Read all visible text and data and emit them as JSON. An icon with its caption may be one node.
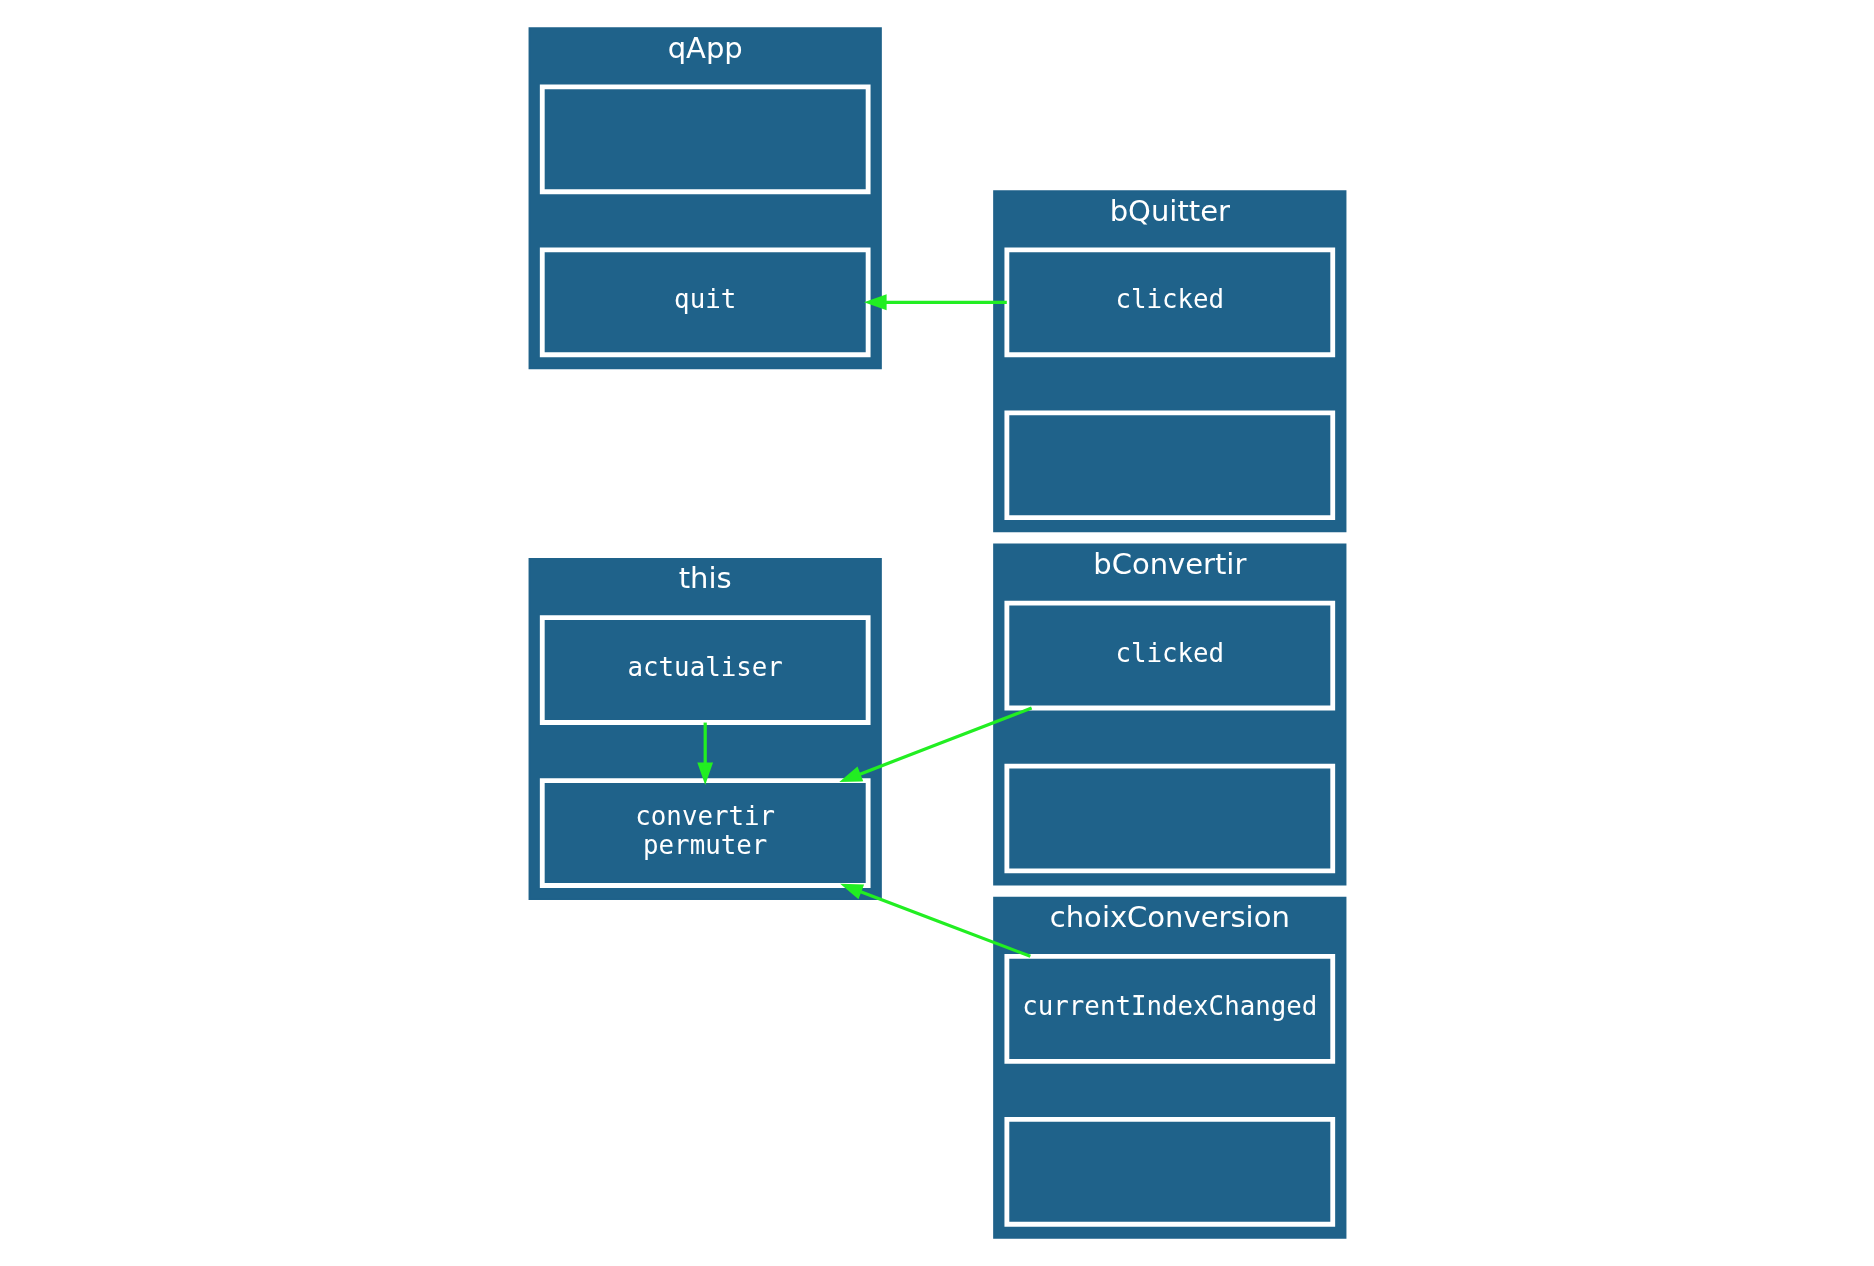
{
  "diagram": {
    "nodes": [
      {
        "text": [
          "bConvertir"
        ]
      },
      {
        "text": [
          "clicked"
        ],
        "in": 0
      },
      {
        "text": [],
        "shape": "box",
        "in": 0
      },
      {
        "text": [
          "this"
        ]
      },
      {
        "text": [
          "actualiser"
        ],
        "in": 3
      },
      {
        "text": [
          "convertir",
          "permuter"
        ],
        "in": 3
      },
      {
        "text": [
          "bQuitter"
        ]
      },
      {
        "text": [
          "clicked"
        ],
        "in": 6
      },
      {
        "text": [],
        "shape": "box",
        "in": 6
      },
      {
        "text": [
          "qApp"
        ]
      },
      {
        "text": [],
        "shape": "box",
        "in": 9
      },
      {
        "text": [
          "quit"
        ],
        "in": 9
      },
      {
        "text": [
          "choixConversion"
        ]
      },
      {
        "text": [
          "currentIndexChanged"
        ],
        "in": 12
      },
      {
        "text": [],
        "shape": "box",
        "in": 12
      }
    ],
    "edges": [
      {
        "from": 1,
        "to": 5,
        "arrow": "to"
      },
      {
        "from": 4,
        "to": 5,
        "arrow": "to"
      },
      {
        "from": 7,
        "to": 11,
        "arrow": "to"
      },
      {
        "from": 13,
        "to": 5,
        "arrow": "to"
      }
    ]
  }
}
